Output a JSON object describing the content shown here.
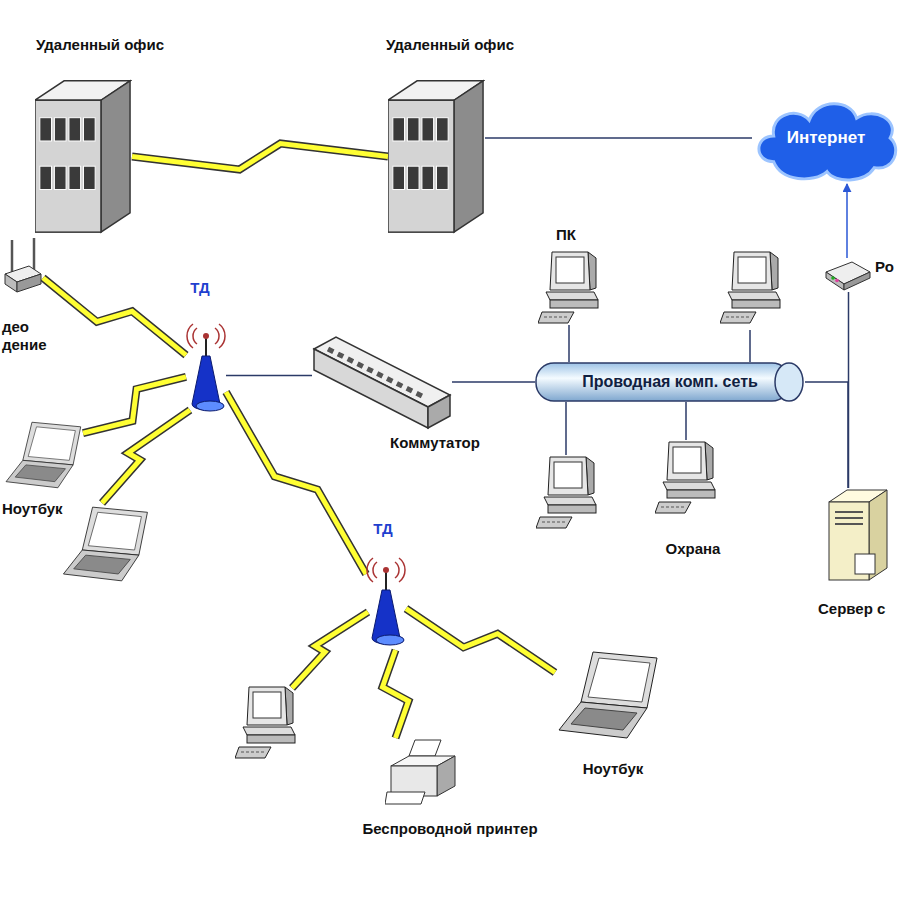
{
  "diagram": {
    "nodes": [
      {
        "text": [
          "Удаленный офис"
        ]
      },
      {
        "text": [
          "Удаленный офис"
        ]
      },
      {
        "text": [
          "Интернет"
        ]
      },
      {
        "text": [
          "ПК"
        ]
      },
      {
        "text": [
          "Ро"
        ]
      },
      {
        "text": [
          "ТД"
        ]
      },
      {
        "text": [
          "део дение"
        ]
      },
      {
        "text": [
          "Коммутатор"
        ]
      },
      {
        "text": [
          "Проводная комп. сеть"
        ]
      },
      {
        "text": [
          "Ноутбук"
        ]
      },
      {
        "text": [
          "Охрана"
        ]
      },
      {
        "text": [
          "Сервер с"
        ]
      },
      {
        "text": [
          "ТД"
        ]
      },
      {
        "text": [
          "Ноутбук"
        ]
      },
      {
        "text": [
          "Беспроводной принтер"
        ]
      }
    ],
    "edges": [
      {
        "from": 0,
        "to": 1,
        "arrow": "none"
      },
      {
        "from": 1,
        "to": 2,
        "arrow": "none"
      },
      {
        "from": 6,
        "to": 5,
        "arrow": "none"
      },
      {
        "from": 9,
        "to": 5,
        "arrow": "none"
      },
      {
        "from": 5,
        "to": 7,
        "arrow": "none"
      },
      {
        "from": 7,
        "to": 8,
        "arrow": "none"
      },
      {
        "from": 3,
        "to": 8,
        "arrow": "none"
      },
      {
        "from": 10,
        "to": 8,
        "arrow": "none"
      },
      {
        "from": 8,
        "to": 11,
        "arrow": "none"
      },
      {
        "from": 11,
        "to": 4,
        "arrow": "none"
      },
      {
        "from": 4,
        "to": 2,
        "arrow": "to"
      },
      {
        "from": 5,
        "to": 12,
        "arrow": "none"
      },
      {
        "from": 12,
        "to": 14,
        "arrow": "none"
      },
      {
        "from": 12,
        "to": 13,
        "arrow": "none"
      }
    ]
  }
}
